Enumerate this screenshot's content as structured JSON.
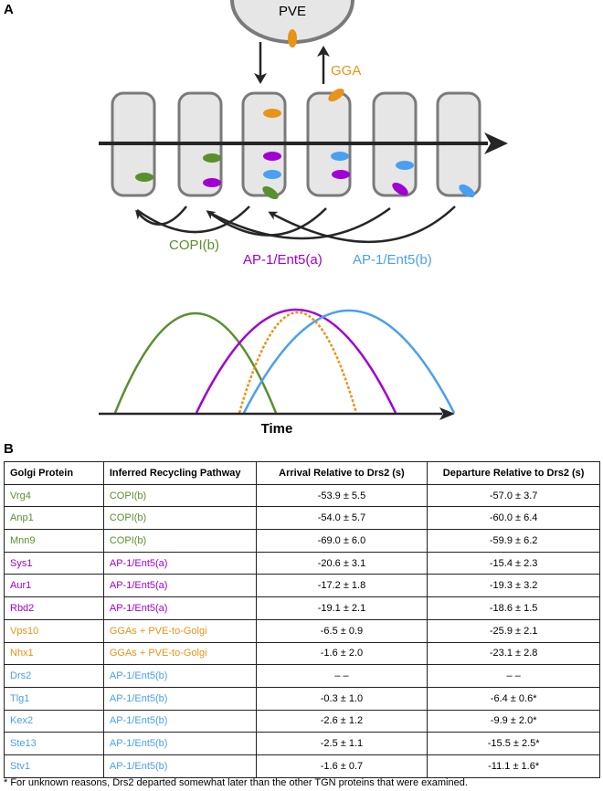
{
  "colors": {
    "copi_b": "#5a8f2e",
    "ap1_ent5_a": "#a000d4",
    "gga": "#e89416",
    "ap1_ent5_b": "#4a9ff0",
    "cisterna_fill": "#e6e6e6",
    "cisterna_stroke": "#7a7a7a",
    "axis": "#262626"
  },
  "panel_a": {
    "letter": "A",
    "pve_label": "PVE",
    "gga_label": "GGA",
    "pathway_labels": {
      "copi_b": "COPI(b)",
      "ap1_ent5_a": "AP-1/Ent5(a)",
      "ap1_ent5_b": "AP-1/Ent5(b)"
    },
    "time_label": "Time"
  },
  "panel_b": {
    "letter": "B",
    "headers": {
      "protein": "Golgi Protein",
      "pathway": "Inferred Recycling Pathway",
      "arrival": "Arrival Relative to Drs2 (s)",
      "departure": "Departure Relative to Drs2 (s)"
    },
    "rows": [
      {
        "protein": "Vrg4",
        "pathway": "COPI(b)",
        "arrival": "-53.9 ± 5.5",
        "departure": "-57.0 ± 3.7",
        "color": "#5a8f2e"
      },
      {
        "protein": "Anp1",
        "pathway": "COPI(b)",
        "arrival": "-54.0 ± 5.7",
        "departure": "-60.0 ± 6.4",
        "color": "#5a8f2e"
      },
      {
        "protein": "Mnn9",
        "pathway": "COPI(b)",
        "arrival": "-69.0 ± 6.0",
        "departure": "-59.9 ± 6.2",
        "color": "#5a8f2e"
      },
      {
        "protein": "Sys1",
        "pathway": "AP-1/Ent5(a)",
        "arrival": "-20.6 ± 3.1",
        "departure": "-15.4 ± 2.3",
        "color": "#a000d4"
      },
      {
        "protein": "Aur1",
        "pathway": "AP-1/Ent5(a)",
        "arrival": "-17.2 ± 1.8",
        "departure": "-19.3 ± 3.2",
        "color": "#a000d4"
      },
      {
        "protein": "Rbd2",
        "pathway": "AP-1/Ent5(a)",
        "arrival": "-19.1 ± 2.1",
        "departure": "-18.6 ± 1.5",
        "color": "#a000d4"
      },
      {
        "protein": "Vps10",
        "pathway": "GGAs + PVE-to-Golgi",
        "arrival": "-6.5 ± 0.9",
        "departure": "-25.9 ± 2.1",
        "color": "#e89416"
      },
      {
        "protein": "Nhx1",
        "pathway": "GGAs + PVE-to-Golgi",
        "arrival": "-1.6 ± 2.0",
        "departure": "-23.1 ± 2.8",
        "color": "#e89416"
      },
      {
        "protein": "Drs2",
        "pathway": "AP-1/Ent5(b)",
        "arrival": "– –",
        "departure": "– –",
        "color": "#4a9ff0"
      },
      {
        "protein": "Tlg1",
        "pathway": "AP-1/Ent5(b)",
        "arrival": "-0.3 ± 1.0",
        "departure": "-6.4 ± 0.6*",
        "color": "#4a9ff0"
      },
      {
        "protein": "Kex2",
        "pathway": "AP-1/Ent5(b)",
        "arrival": "-2.6 ± 1.2",
        "departure": "-9.9 ± 2.0*",
        "color": "#4a9ff0"
      },
      {
        "protein": "Ste13",
        "pathway": "AP-1/Ent5(b)",
        "arrival": "-2.5 ± 1.1",
        "departure": "-15.5 ± 2.5*",
        "color": "#4a9ff0"
      },
      {
        "protein": "Stv1",
        "pathway": "AP-1/Ent5(b)",
        "arrival": "-1.6 ± 0.7",
        "departure": "-11.1 ± 1.6*",
        "color": "#4a9ff0"
      }
    ],
    "footnote": "* For unknown reasons, Drs2 departed somewhat later than the other TGN proteins that were examined."
  }
}
